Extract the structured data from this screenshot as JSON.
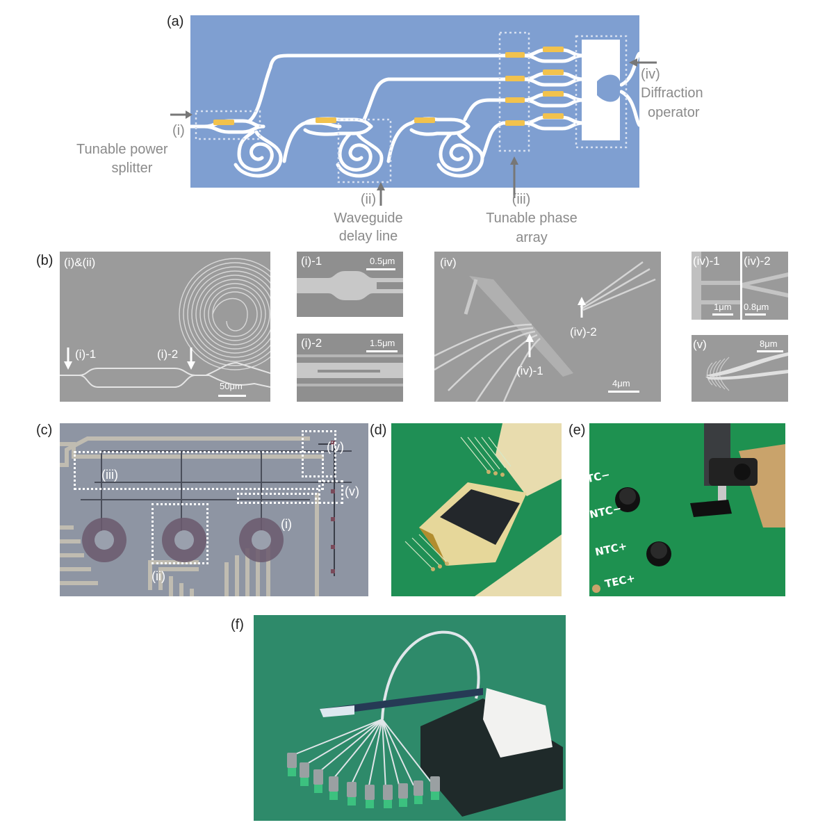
{
  "panel_a": {
    "label": "(a)",
    "callouts": {
      "i": {
        "num": "(i)",
        "line1": "Tunable power",
        "line2": "splitter"
      },
      "ii": {
        "num": "(ii)",
        "line1": "Waveguide",
        "line2": "delay line"
      },
      "iii": {
        "num": "(iii)",
        "line1": "Tunable phase",
        "line2": "array"
      },
      "iv": {
        "num": "(iv)",
        "line1": "Diffraction",
        "line2": "operator"
      }
    },
    "colors": {
      "substrate": "#7f9fd1",
      "waveguide": "#ffffff",
      "heater": "#f2c24d"
    }
  },
  "panel_b": {
    "label": "(b)",
    "sub1": {
      "title": "(i)&(ii)",
      "mark1": "(i)-1",
      "mark2": "(i)-2",
      "scale": "50μm"
    },
    "sub2": {
      "title": "(i)-1",
      "scale": "0.5μm"
    },
    "sub3": {
      "title": "(i)-2",
      "scale": "1.5μm"
    },
    "sub4": {
      "title": "(iv)",
      "mark1": "(iv)-1",
      "mark2": "(iv)-2",
      "scale": "4μm"
    },
    "sub5": {
      "title": "(iv)-1",
      "scale": "1μm"
    },
    "sub6": {
      "title": "(iv)-2",
      "scale": "0.8μm"
    },
    "sub7": {
      "title": "(v)",
      "scale": "8μm"
    }
  },
  "panel_c": {
    "label": "(c)",
    "boxes": {
      "iv": "(iv)",
      "iii": "(iii)",
      "v": "(v)",
      "i": "(i)",
      "ii": "(ii)"
    }
  },
  "panel_d": {
    "label": "(d)"
  },
  "panel_e": {
    "label": "(e)",
    "pcb_labels": [
      "TC−",
      "NTC−",
      "NTC+",
      "TEC+"
    ]
  },
  "panel_f": {
    "label": "(f)"
  }
}
